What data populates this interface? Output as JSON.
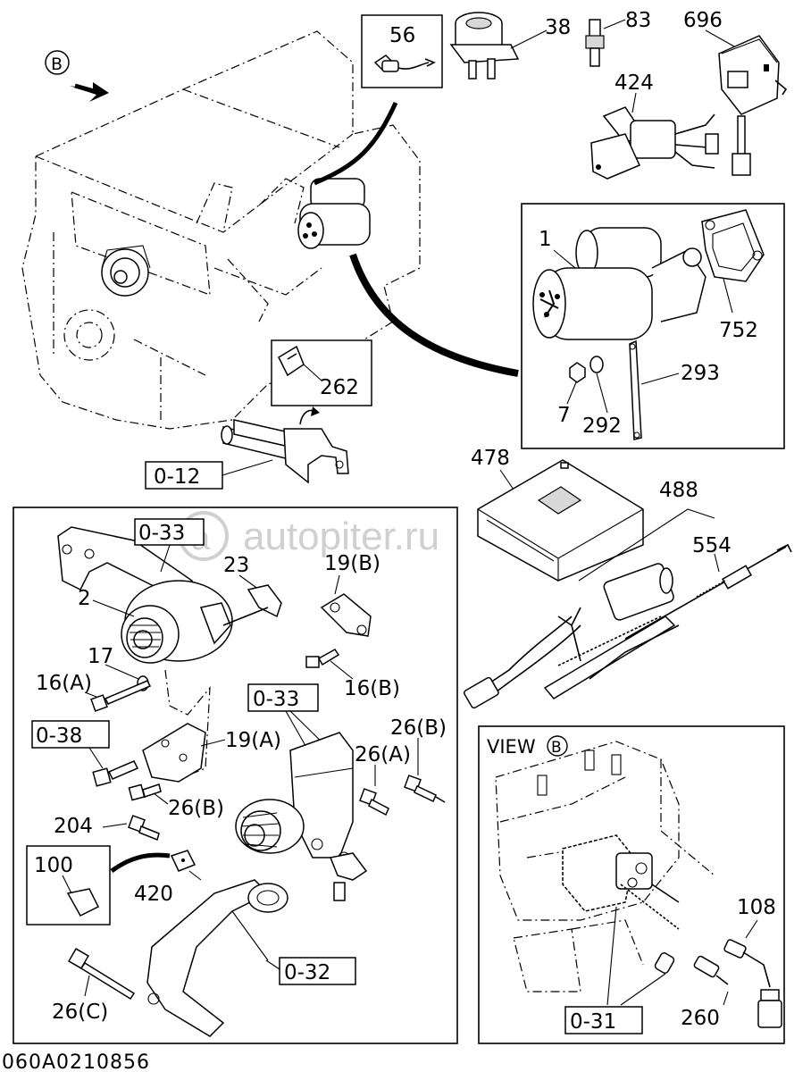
{
  "watermark": "autopiter.ru",
  "view_marker": "B",
  "view_label": "VIEW",
  "footer_code": "060A0210856",
  "callouts": {
    "p56": "56",
    "p38": "38",
    "p83": "83",
    "p696": "696",
    "p424": "424",
    "p1": "1",
    "p752": "752",
    "p293": "293",
    "p7": "7",
    "p292": "292",
    "p262": "262",
    "p0_12": "0-12",
    "p478": "478",
    "p488": "488",
    "p554": "554",
    "p0_33a": "0-33",
    "p23": "23",
    "p19b": "19(B)",
    "p2": "2",
    "p17": "17",
    "p16a": "16(A)",
    "p16b": "16(B)",
    "p0_33b": "0-33",
    "p26b_top": "26(B)",
    "p26a": "26(A)",
    "p0_38": "0-38",
    "p19a": "19(A)",
    "p26b": "26(B)",
    "p204": "204",
    "p100": "100",
    "p420": "420",
    "p0_32": "0-32",
    "p26c": "26(C)",
    "p108": "108",
    "p0_31": "0-31",
    "p260": "260"
  }
}
